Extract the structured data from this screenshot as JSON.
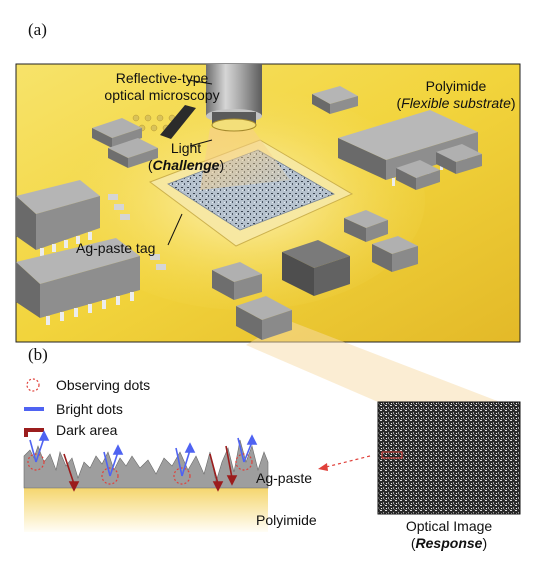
{
  "panel_a": {
    "label": "(a)",
    "microscope_label_1": "Reflective-type",
    "microscope_label_2": "optical microscopy",
    "substrate_label_1": "Polyimide",
    "substrate_label_2": "Flexible substrate",
    "light_label": "Light",
    "challenge_label": "Challenge",
    "tag_label": "Ag-paste tag"
  },
  "panel_b": {
    "label": "(b)",
    "legend": {
      "observing": "Observing dots",
      "bright": "Bright dots",
      "dark": "Dark area"
    },
    "agpaste_label": "Ag-paste",
    "polyimide_label": "Polyimide",
    "optical_image_label": "Optical Image",
    "response_label": "Response"
  },
  "colors": {
    "substrate_yellow": "#f2d43c",
    "bright_blue": "#4f63f2",
    "dark_red": "#9b1d1d",
    "observe_red": "#e0403a",
    "chip_gray": "#8e8e8e"
  }
}
